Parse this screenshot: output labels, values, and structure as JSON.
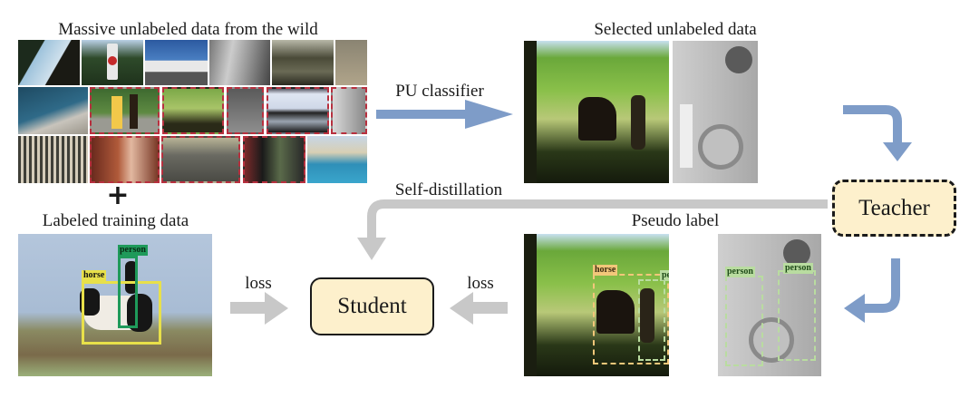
{
  "captions": {
    "unlabeled_pool": "Massive unlabeled data from the wild",
    "selected": "Selected unlabeled data",
    "labeled": "Labeled training data",
    "pseudo": "Pseudo label"
  },
  "plus_sign": "+",
  "edges": {
    "pu_classifier": "PU classifier",
    "self_distillation": "Self-distillation",
    "loss_left": "loss",
    "loss_right": "loss"
  },
  "nodes": {
    "student": "Student",
    "teacher": "Teacher"
  },
  "box_labels": {
    "horse": "horse",
    "person": "person"
  },
  "colors": {
    "flow_arrow": "#7e9cc8",
    "distill_arrow": "#c8c8c8",
    "node_fill": "#fdf0cc",
    "selected_border": "#b8303f",
    "gt_horse": "#e8e04a",
    "gt_person": "#1f9a5a",
    "pseudo_horse": "#f2c77a",
    "pseudo_person": "#b9dca0"
  }
}
